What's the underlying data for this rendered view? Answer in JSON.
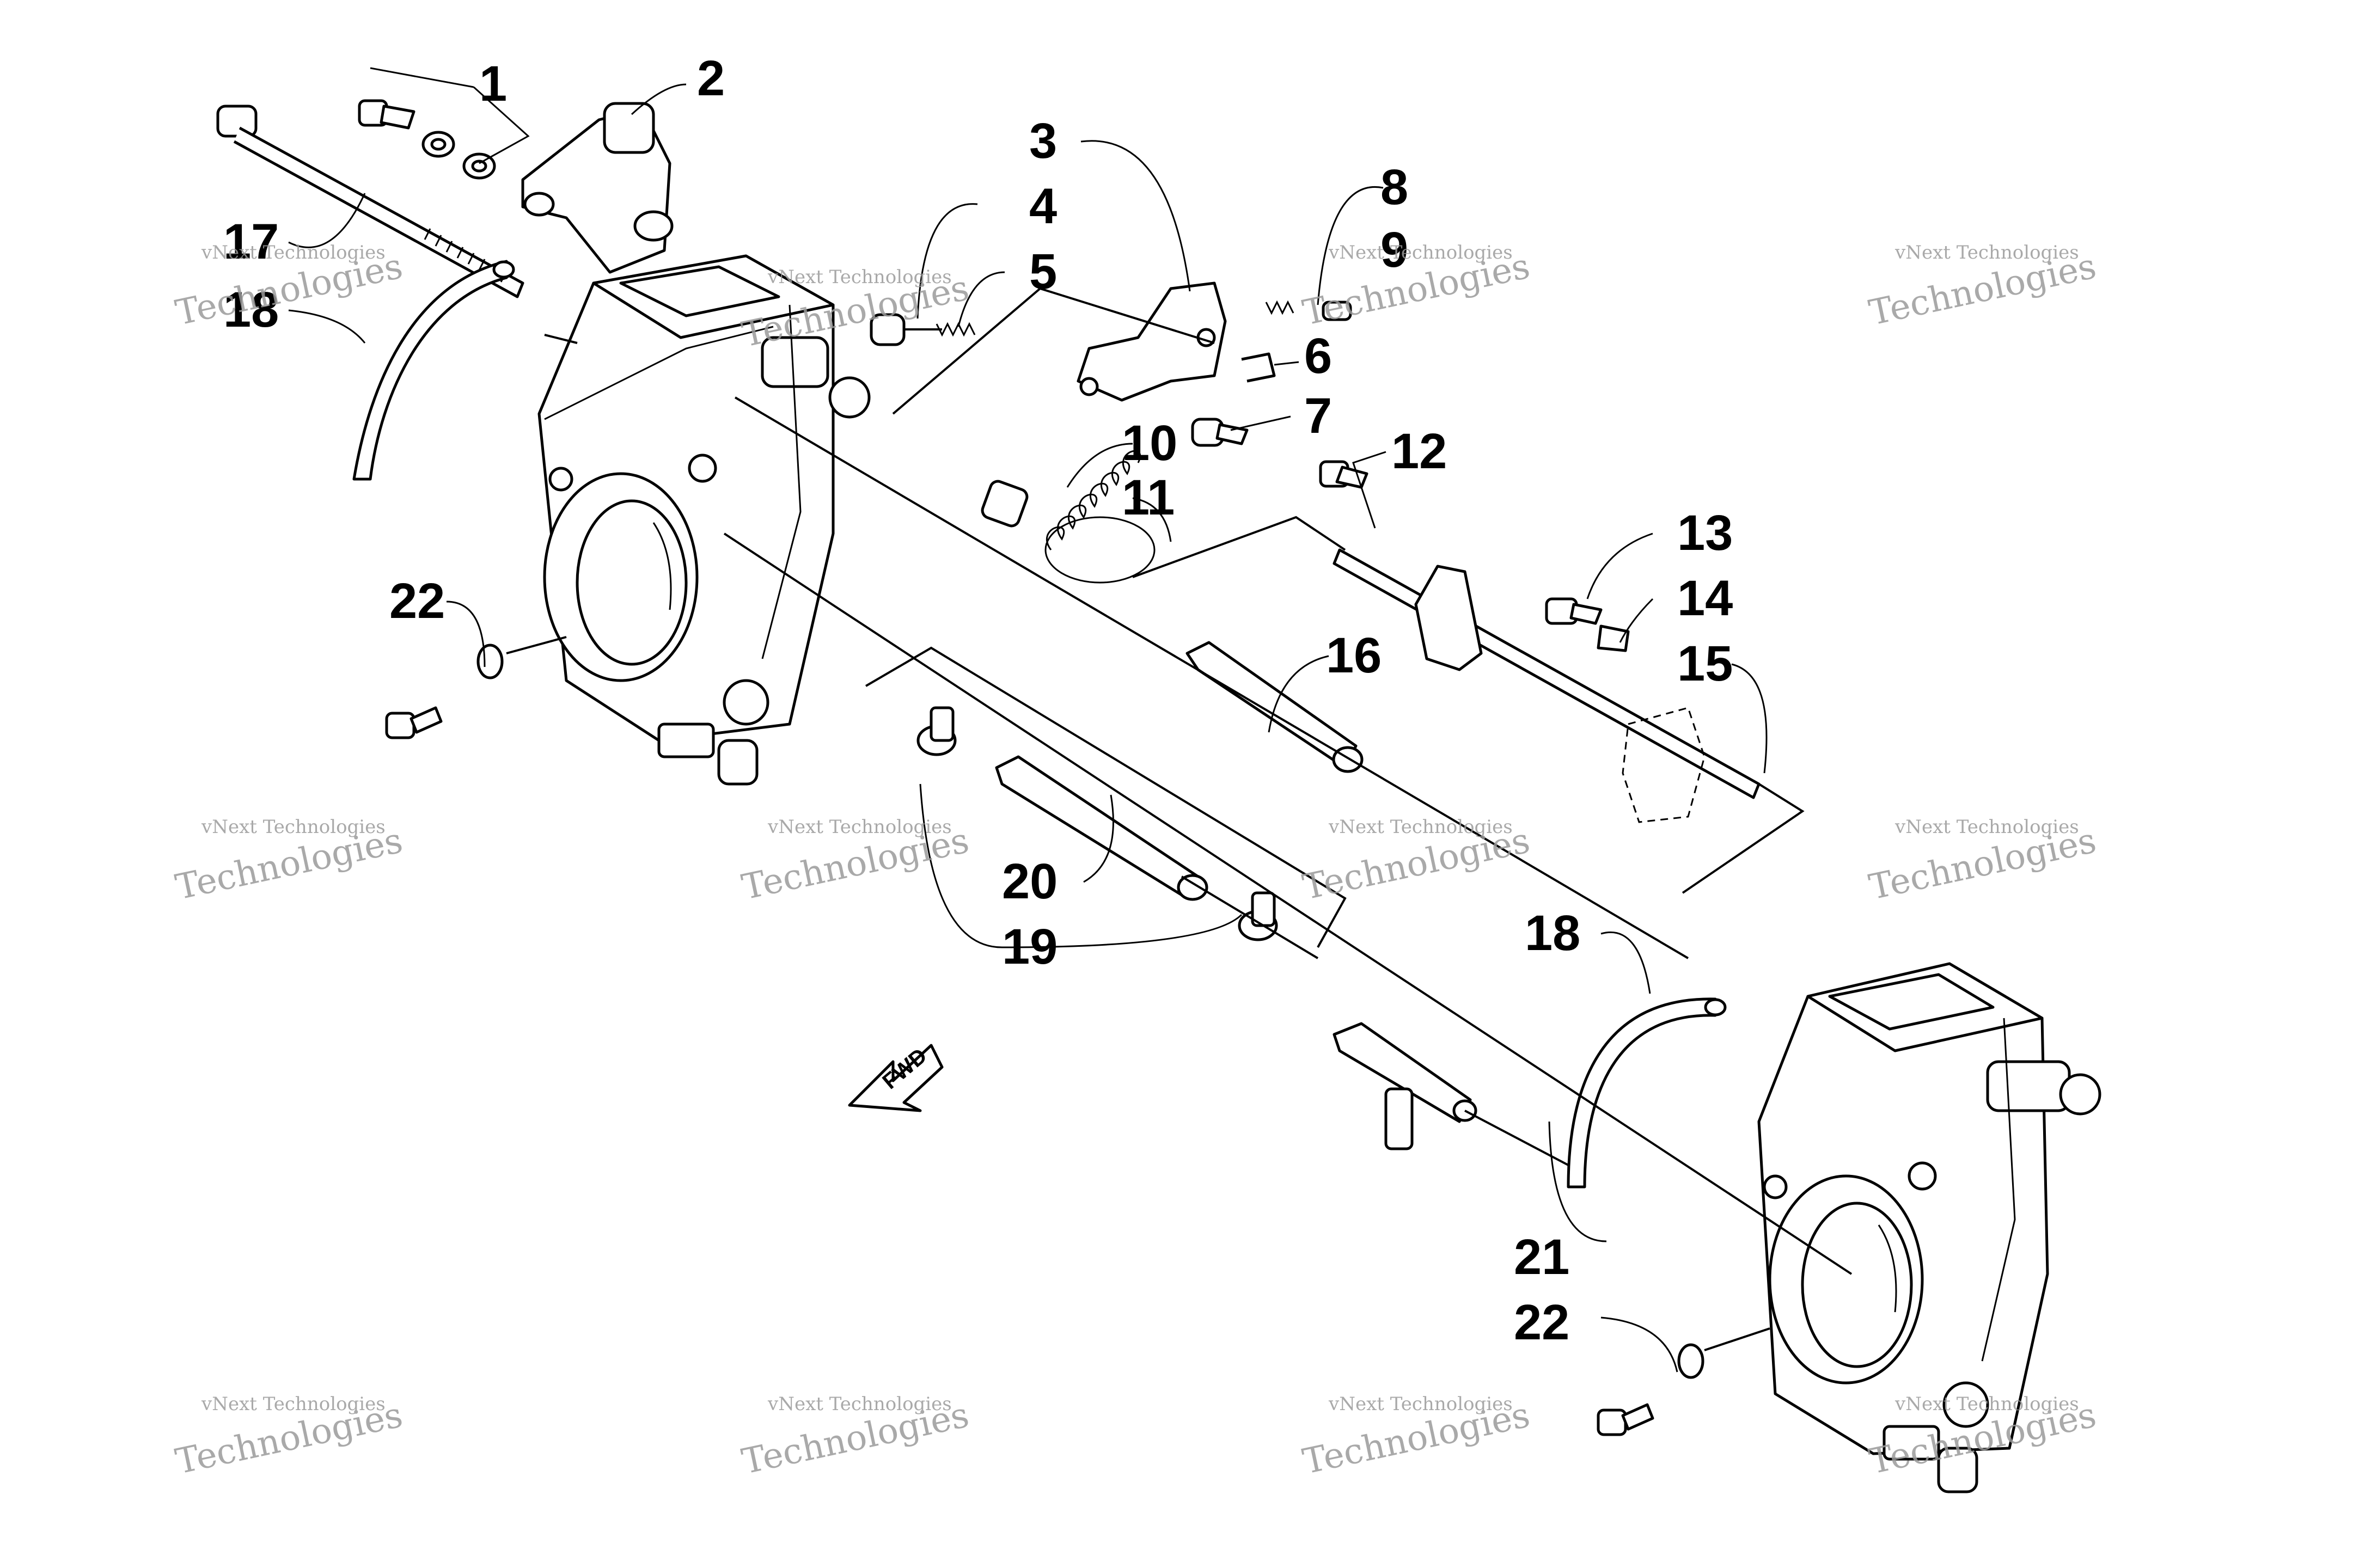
{
  "diagram": {
    "callouts": [
      "1",
      "2",
      "3",
      "4",
      "5",
      "6",
      "7",
      "8",
      "9",
      "10",
      "11",
      "12",
      "13",
      "14",
      "15",
      "16",
      "17",
      "18",
      "18",
      "19",
      "20",
      "21",
      "22",
      "22"
    ],
    "fwd_label": "FWD",
    "watermark": {
      "small": "vNext Technologies",
      "large": "Technologies"
    }
  }
}
